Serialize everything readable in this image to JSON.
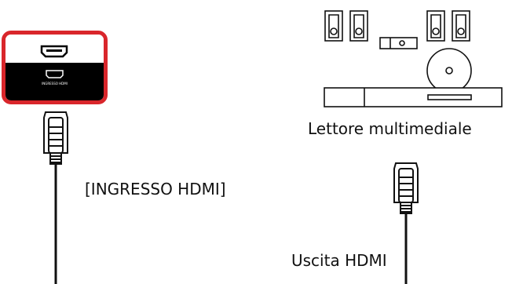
{
  "display_panel": {
    "port_label": "INGRESSO HDMI",
    "frame_color": "#d9262b"
  },
  "labels": {
    "hdmi_input": "[INGRESSO HDMI]",
    "media_player": "Lettore multimediale",
    "hdmi_output": "Uscita HDMI"
  },
  "icons": {
    "left_plug": "hdmi-plug-icon",
    "right_plug": "hdmi-plug-icon",
    "media_player": "home-theater-player-icon"
  }
}
